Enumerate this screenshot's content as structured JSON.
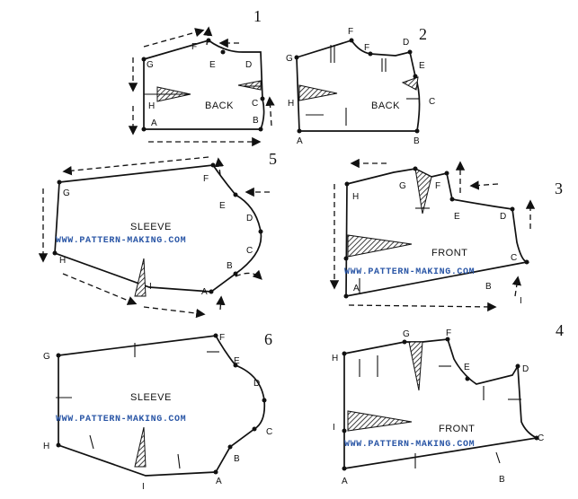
{
  "figures": [
    {
      "number": "1",
      "title": "BACK",
      "points": [
        "G",
        "F",
        "E",
        "D",
        "H",
        "C",
        "A",
        "B"
      ]
    },
    {
      "number": "2",
      "title": "BACK",
      "points": [
        "G",
        "F",
        "F",
        "D",
        "E",
        "H",
        "C",
        "A",
        "B"
      ]
    },
    {
      "number": "3",
      "title": "FRONT",
      "points": [
        "H",
        "G",
        "F",
        "E",
        "D",
        "C",
        "A",
        "B",
        "I"
      ],
      "watermark": "WWW.PATTERN-MAKING.COM"
    },
    {
      "number": "4",
      "title": "FRONT",
      "points": [
        "H",
        "G",
        "F",
        "E",
        "D",
        "I",
        "C",
        "A",
        "B"
      ],
      "watermark": "WWW.PATTERN-MAKING.COM"
    },
    {
      "number": "5",
      "title": "SLEEVE",
      "points": [
        "G",
        "F",
        "E",
        "D",
        "C",
        "H",
        "B",
        "I",
        "A"
      ],
      "watermark": "WWW.PATTERN-MAKING.COM"
    },
    {
      "number": "6",
      "title": "SLEEVE",
      "points": [
        "G",
        "F",
        "E",
        "D",
        "C",
        "H",
        "B",
        "A",
        "I"
      ],
      "watermark": "WWW.PATTERN-MAKING.COM"
    }
  ],
  "colors": {
    "ink": "#111111",
    "watermark": "#2a56a6",
    "background": "#ffffff"
  }
}
